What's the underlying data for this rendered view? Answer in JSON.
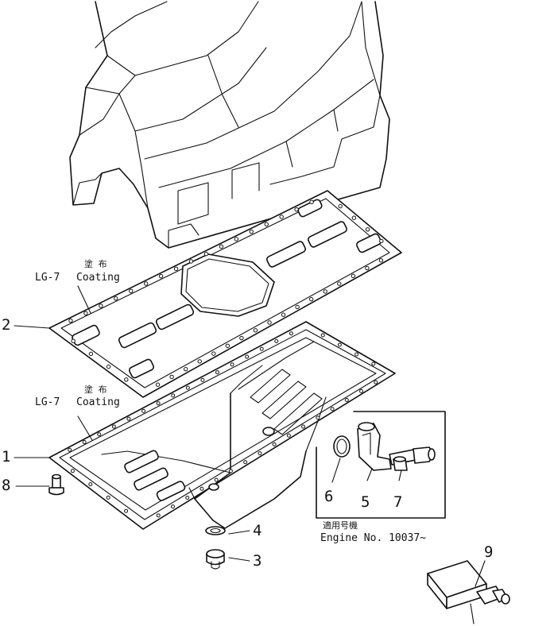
{
  "callouts": {
    "part_1": "1",
    "part_2": "2",
    "part_3": "3",
    "part_4": "4",
    "part_5": "5",
    "part_6": "6",
    "part_7": "7",
    "part_8": "8",
    "part_9": "9"
  },
  "coating_notes": {
    "upper": {
      "jp": "塗 布",
      "sealant": "LG-7",
      "en": "Coating"
    },
    "lower": {
      "jp": "塗 布",
      "sealant": "LG-7",
      "en": "Coating"
    }
  },
  "applicability": {
    "jp": "適用号機",
    "en": "Engine  No. 10037~"
  }
}
